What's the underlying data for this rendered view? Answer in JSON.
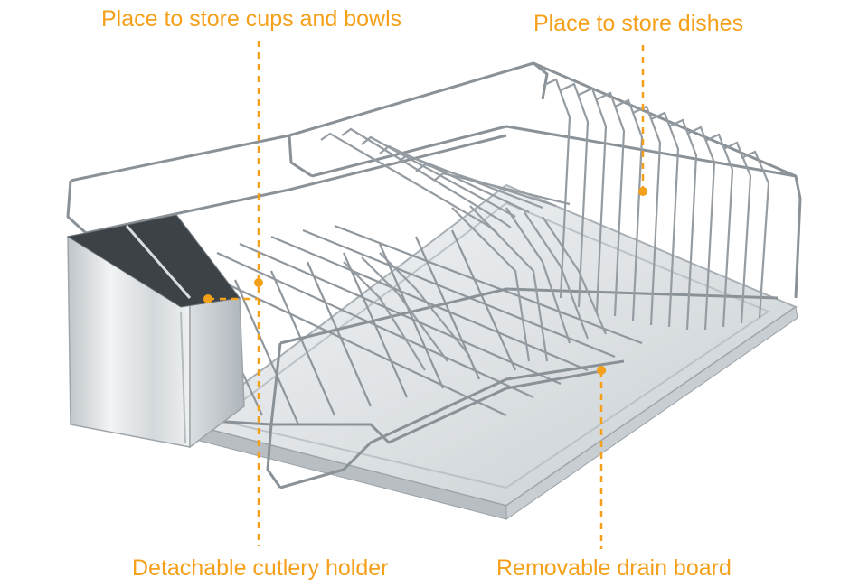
{
  "callouts": {
    "cups_bowls": "Place to store cups and bowls",
    "dishes": "Place to store dishes",
    "cutlery": "Detachable cutlery holder",
    "drain": "Removable drain board"
  },
  "colors": {
    "accent": "#f5a01a",
    "steel": "#9aa2a8",
    "steel_light": "#d5dade",
    "background": "#ffffff"
  }
}
